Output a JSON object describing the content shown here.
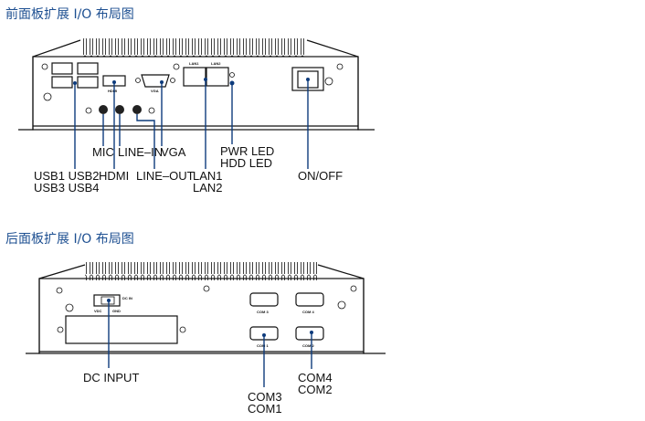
{
  "front": {
    "title": "前面板扩展 I/O 布局图",
    "labels": {
      "mic": "MIC",
      "line_in": "LINE–IN",
      "vga": "VGA",
      "pwr_led": "PWR LED",
      "hdd_led": "HDD LED",
      "usb12": "USB1 USB2",
      "usb34": "USB3 USB4",
      "hdmi": "HDMI",
      "line_out": "LINE–OUT",
      "lan1": "LAN1",
      "lan2": "LAN2",
      "onoff": "ON/OFF"
    },
    "panel_marks": {
      "lan1": "LAN1",
      "lan2": "LAN2",
      "vga": "VGA",
      "hdmi": "HDMI"
    }
  },
  "rear": {
    "title": "后面板扩展 I/O 布局图",
    "labels": {
      "dc_input": "DC INPUT",
      "com3": "COM3",
      "com1": "COM1",
      "com4": "COM4",
      "com2": "COM2"
    },
    "panel_marks": {
      "com3": "COM 3",
      "com4": "COM 4",
      "com1": "COM 1",
      "com2": "COM 2",
      "dc_in": "DC IN",
      "vdc": "VDC",
      "gnd": "GND"
    }
  },
  "colors": {
    "title": "#1d4f91",
    "leader": "#0d3b7c"
  }
}
